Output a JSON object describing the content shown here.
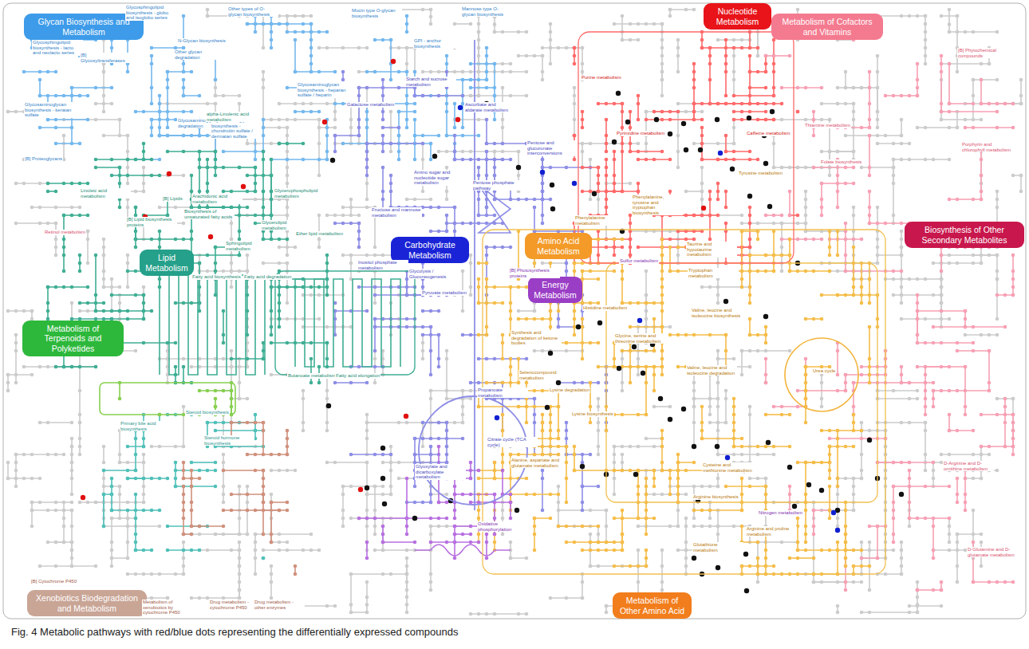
{
  "diagram": {
    "caption": "Fig. 4 Metabolic pathways with red/blue dots representing the differentially expressed compounds",
    "nodes": [
      {
        "text": [
          "Glycan Biosynthesis and Metabolism"
        ]
      },
      {
        "text": [
          "Nucleotide Metabolism"
        ]
      },
      {
        "text": [
          "Metabolism of Cofactors and Vitamins"
        ]
      },
      {
        "text": [
          "Biosynthesis of Other Secondary Metabolites"
        ]
      },
      {
        "text": [
          "Carbohydrate Metabolism"
        ]
      },
      {
        "text": [
          "Lipid Metabolism"
        ]
      },
      {
        "text": [
          "Amino Acid Metabolism"
        ]
      },
      {
        "text": [
          "Energy Metabolism"
        ]
      },
      {
        "text": [
          "Metabolism of Terpenoids and Polyketides"
        ]
      },
      {
        "text": [
          "Metabolism of Other Amino Acid"
        ]
      },
      {
        "text": [
          "Xenobiotics Biodegradation and Metabolism"
        ]
      }
    ],
    "labels": [
      "Glycosphingolipid biosynthesis - globo and isoglobo series",
      "Glycosphingolipid biosynthesis - lacto and neolacto series",
      "[B] Glycosyltransferases",
      "N-Glycan biosynthesis",
      "Other glycan degradation",
      "Other types of O-glycan biosynthesis",
      "Mucin type O-glycan biosynthesis",
      "Mannose type O-glycan biosynthesis",
      "GPI - anchor biosynthesis",
      "Glycosaminoglycan biosynthesis - keratan sulfate",
      "[B] Proteoglycans",
      "Glycosaminoglycan degradation",
      "Glycosaminoglycan biosynthesis - chondroitin sulfate / dermatan sulfate",
      "Glycosaminoglycan biosynthesis - heparan sulfate / heparin",
      "Starch and sucrose metabolism",
      "Galactose metabolism",
      "Ascorbate and aldarate metabolism",
      "Pentose and glucuronate interconversions",
      "Amino sugar and nucleotide sugar metabolism",
      "Pentose phosphate pathway",
      "Fructose and mannose metabolism",
      "Inositol phosphate metabolism",
      "Glycolysis / Gluconeogenesis",
      "Pyruvate metabolism",
      "Propanoate metabolism",
      "Glyoxylate and dicarboxylate metabolism",
      "Citrate cycle (TCA cycle)",
      "Butanoate metabolism",
      "alpha-Linolenic acid metabolism",
      "Linoleic acid metabolism",
      "[B] Lipids",
      "[B] Lipid biosynthesis proteins",
      "Arachidonic acid metabolism",
      "Biosynthesis of unsaturated fatty acids",
      "Glycerophospholipid metabolism",
      "Glycerolipid metabolism",
      "Ether lipid metabolism",
      "Sphingolipid metabolism",
      "Fatty acid biosynthesis",
      "Fatty acid degradation",
      "Fatty acid elongation",
      "Retinol metabolism",
      "Steroid biosynthesis",
      "Primary bile acid biosynthesis",
      "Steroid hormone biosynthesis",
      "[B] Cytochrome P450",
      "Metabolism of xenobiotics by cytochrome P450",
      "Drug metabolism - cytochrome P450",
      "Drug metabolism - other enzymes",
      "Oxidative phosphorylation",
      "[B] Photosynthesis proteins",
      "Sulfur metabolism",
      "Nitrogen metabolism",
      "Purine metabolism",
      "Pyrimidine metabolism",
      "Caffeine metabolism",
      "Tyrosine metabolism",
      "Phenylalanine, tyrosine and tryptophan biosynthesis",
      "Phenylalanine metabolism",
      "Taurine and hypotaurine metabolism",
      "Tryptophan metabolism",
      "Histidine metabolism",
      "Valine, leucine and isoleucine biosynthesis",
      "Valine, leucine and isoleucine degradation",
      "Glycine, serine and threonine metabolism",
      "Synthesis and degradation of ketone bodies",
      "Selenocompound metabolism",
      "Lysine degradation",
      "Lysine biosynthesis",
      "Alanine, aspartate and glutamate metabolism",
      "Cysteine and methionine metabolism",
      "Arginine biosynthesis",
      "Arginine and proline metabolism",
      "Glutathione metabolism",
      "Urea cycle",
      "D-Arginine and D-ornithine metabolism",
      "D-Glutamine and D-glutamate metabolism",
      "Thiamine metabolism",
      "Folate biosynthesis",
      "Porphyrin and chlorophyll metabolism",
      "[B] Phytochemical compounds"
    ]
  }
}
